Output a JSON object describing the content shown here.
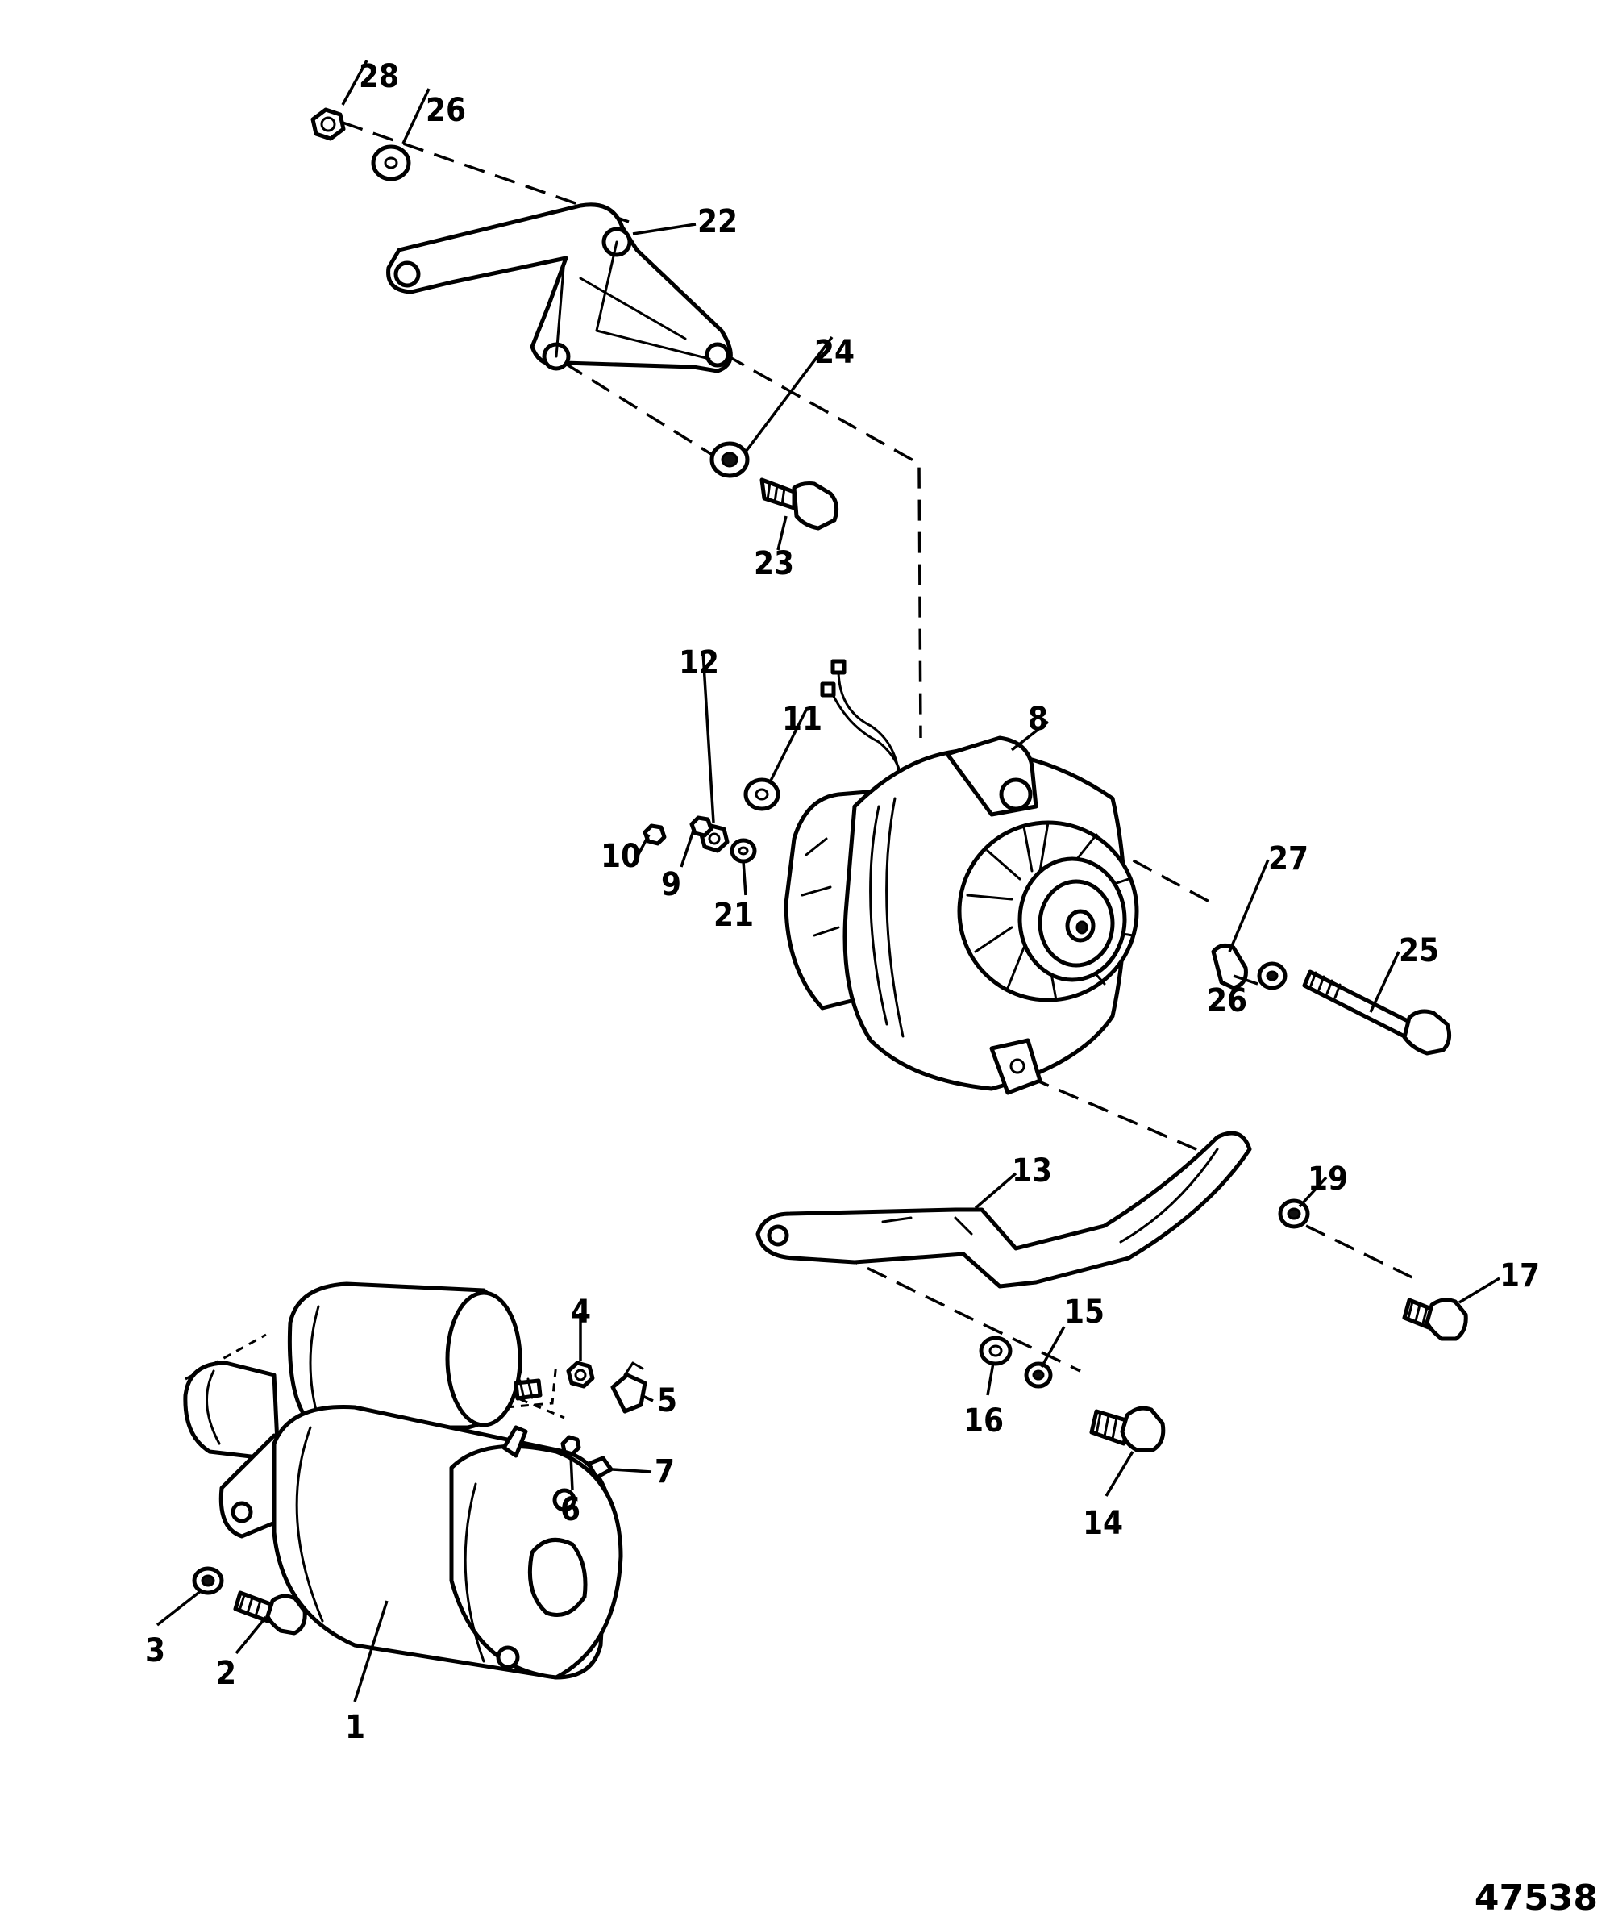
{
  "figure_id": "47538",
  "callouts": [
    "1",
    "2",
    "3",
    "4",
    "5",
    "6",
    "7",
    "8",
    "9",
    "10",
    "11",
    "12",
    "13",
    "14",
    "15",
    "16",
    "17",
    "19",
    "21",
    "22",
    "23",
    "24",
    "25",
    "26",
    "26",
    "27",
    "28"
  ]
}
